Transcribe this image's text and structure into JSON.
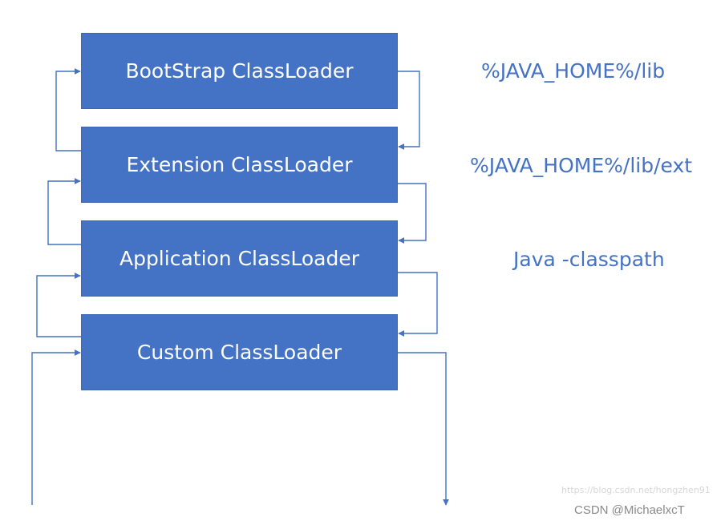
{
  "loaders": [
    {
      "id": "bootstrap",
      "label": "BootStrap ClassLoader",
      "path": "%JAVA_HOME%/lib"
    },
    {
      "id": "extension",
      "label": "Extension ClassLoader",
      "path": "%JAVA_HOME%/lib/ext"
    },
    {
      "id": "application",
      "label": "Application ClassLoader",
      "path": "Java -classpath"
    },
    {
      "id": "custom",
      "label": "Custom ClassLoader",
      "path": ""
    }
  ],
  "colors": {
    "box_fill": "#4472C4",
    "box_text": "#FFFFFF",
    "arrow": "#4472C4",
    "path_text": "#4472C4"
  },
  "watermark": {
    "url": "https://blog.csdn.net/hongzhen91",
    "credit": "CSDN @MichaelxcT"
  }
}
